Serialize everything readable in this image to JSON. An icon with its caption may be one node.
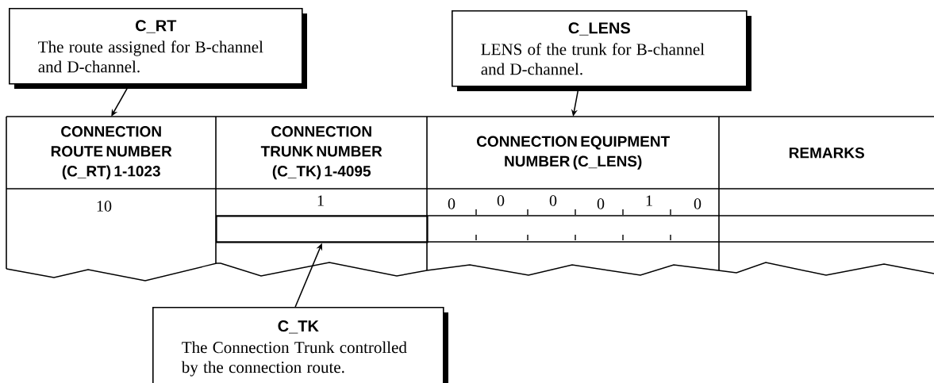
{
  "diagram": {
    "nodes": [
      {
        "text": [
          "C_RT",
          "The route assigned for B-channel and D-channel."
        ]
      },
      {
        "text": [
          "C_LENS",
          "LENS of the trunk for B-channel and D-channel."
        ]
      },
      {
        "text": [
          "CONNECTION ROUTE NUMBER (C_RT) 1-1023"
        ]
      },
      {
        "text": [
          "CONNECTION TRUNK NUMBER (C_TK) 1-4095"
        ]
      },
      {
        "text": [
          "CONNECTION EQUIPMENT NUMBER (C_LENS)"
        ]
      },
      {
        "text": [
          "REMARKS"
        ]
      },
      {
        "text": [],
        "shape": "box"
      },
      {
        "text": [
          "C_TK",
          "The Connection Trunk controlled by the connection route."
        ]
      }
    ],
    "edges": [
      {
        "from": 0,
        "to": 2,
        "arrow": "to"
      },
      {
        "from": 1,
        "to": 4,
        "arrow": "to"
      },
      {
        "from": 7,
        "to": 6,
        "arrow": "to"
      }
    ],
    "labels": [
      "10",
      "1",
      "0",
      "0",
      "0",
      "0",
      "1",
      "0"
    ]
  }
}
